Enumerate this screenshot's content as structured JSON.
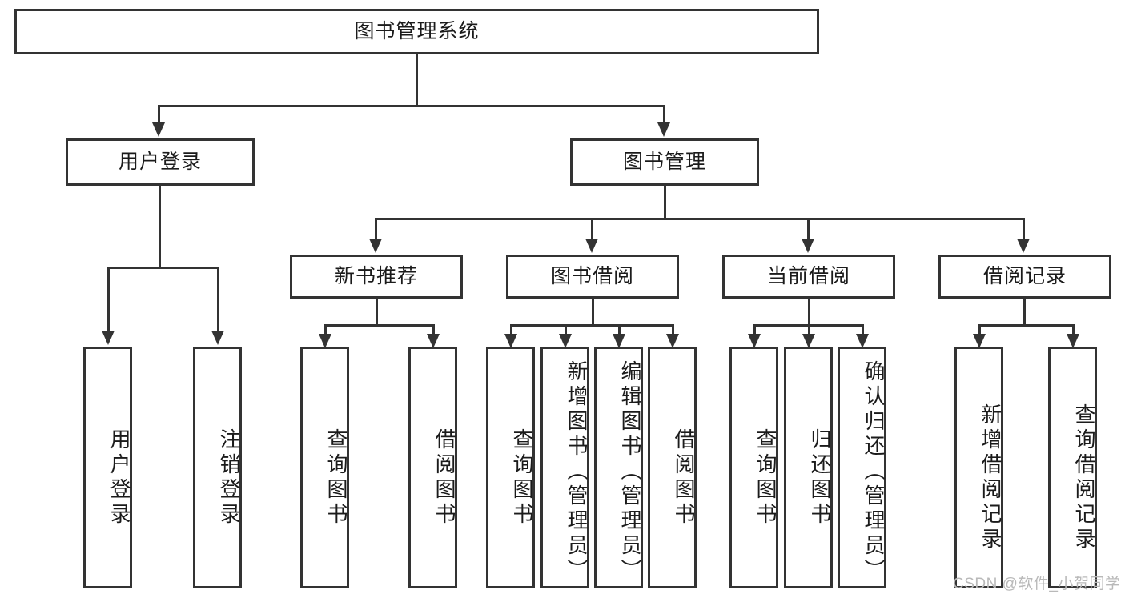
{
  "diagram": {
    "title": "图书管理系统",
    "watermark": "CSDN @软件_小贺同学",
    "accent_color": "#333333",
    "background_color": "#ffffff",
    "level2": [
      {
        "id": "user-login",
        "label": "用户登录"
      },
      {
        "id": "book-management",
        "label": "图书管理"
      }
    ],
    "level3": [
      {
        "id": "new-book-recommend",
        "label": "新书推荐"
      },
      {
        "id": "book-borrow",
        "label": "图书借阅"
      },
      {
        "id": "current-borrow",
        "label": "当前借阅"
      },
      {
        "id": "borrow-record",
        "label": "借阅记录"
      }
    ],
    "leaves": {
      "user_login": [
        {
          "id": "login",
          "label": "用户登录"
        },
        {
          "id": "logout",
          "label": "注销登录"
        }
      ],
      "new_book_recommend": [
        {
          "id": "query-book",
          "label": "查询图书"
        },
        {
          "id": "borrow-book",
          "label": "借阅图书"
        }
      ],
      "book_borrow": [
        {
          "id": "query-book",
          "label": "查询图书"
        },
        {
          "id": "add-book-admin",
          "label": "新增图书（管理员）"
        },
        {
          "id": "edit-book-admin",
          "label": "编辑图书（管理员）"
        },
        {
          "id": "borrow-book",
          "label": "借阅图书"
        }
      ],
      "current_borrow": [
        {
          "id": "query-book",
          "label": "查询图书"
        },
        {
          "id": "return-book",
          "label": "归还图书"
        },
        {
          "id": "confirm-return-admin",
          "label": "确认归还（管理员）"
        }
      ],
      "borrow_record": [
        {
          "id": "add-borrow-record",
          "label": "新增借阅记录"
        },
        {
          "id": "query-borrow-record",
          "label": "查询借阅记录"
        }
      ]
    }
  }
}
